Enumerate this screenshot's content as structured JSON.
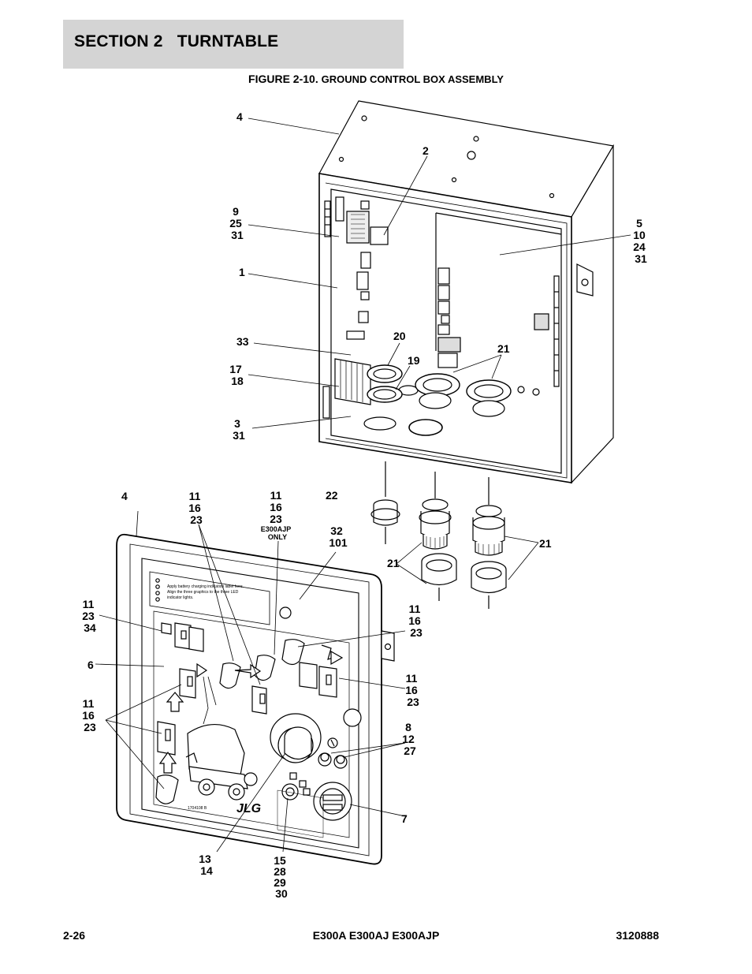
{
  "header": {
    "section_title": "SECTION 2   TURNTABLE"
  },
  "figure": {
    "number": "FIGURE 2-10.",
    "title": "GROUND CONTROL BOX ASSEMBLY"
  },
  "callouts": {
    "c4a": "4",
    "c2": "2",
    "c9": [
      "9",
      "25",
      "31"
    ],
    "c5": [
      "5",
      "10",
      "24",
      "31"
    ],
    "c1": "1",
    "c33": "33",
    "c20": "20",
    "c19": "19",
    "c21a": "21",
    "c17": [
      "17",
      "18"
    ],
    "c3": [
      "3",
      "31"
    ],
    "c4b": "4",
    "c11a": [
      "11",
      "16",
      "23"
    ],
    "c11b": [
      "11",
      "16",
      "23",
      "E300AJP",
      "ONLY"
    ],
    "c22": "22",
    "c32": [
      "32",
      "101"
    ],
    "c21b": "21",
    "c21c": "21",
    "c11c": [
      "11",
      "23",
      "34"
    ],
    "c11d": [
      "11",
      "16",
      "23"
    ],
    "c6": "6",
    "c11e": [
      "11",
      "16",
      "23"
    ],
    "c11f": [
      "11",
      "16",
      "23"
    ],
    "c8": [
      "8",
      "12",
      "27"
    ],
    "c7": "7",
    "c13": [
      "13",
      "14"
    ],
    "c15": [
      "15",
      "28",
      "29",
      "30"
    ]
  },
  "panel_label": {
    "line1": "Apply battery charging indication label here.",
    "line2": "Align the three graphics to the three LED",
    "line3": "indicator lights.",
    "part_no": "1704108 B",
    "logo": "JLG"
  },
  "footer": {
    "page": "2-26",
    "models": "E300A E300AJ E300AJP",
    "doc_number": "3120888"
  }
}
